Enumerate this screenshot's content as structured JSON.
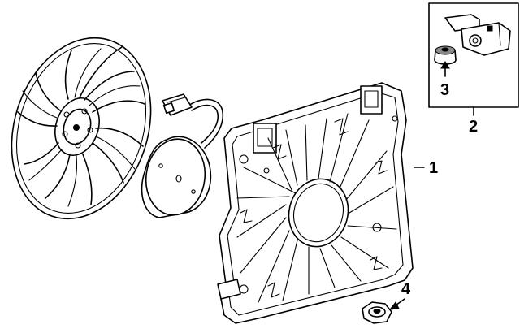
{
  "callouts": {
    "label_1": "1",
    "label_2": "2",
    "label_3": "3",
    "label_4": "4"
  },
  "colors": {
    "line": "#000000",
    "background": "#ffffff",
    "shade": "#8a8a8a"
  }
}
